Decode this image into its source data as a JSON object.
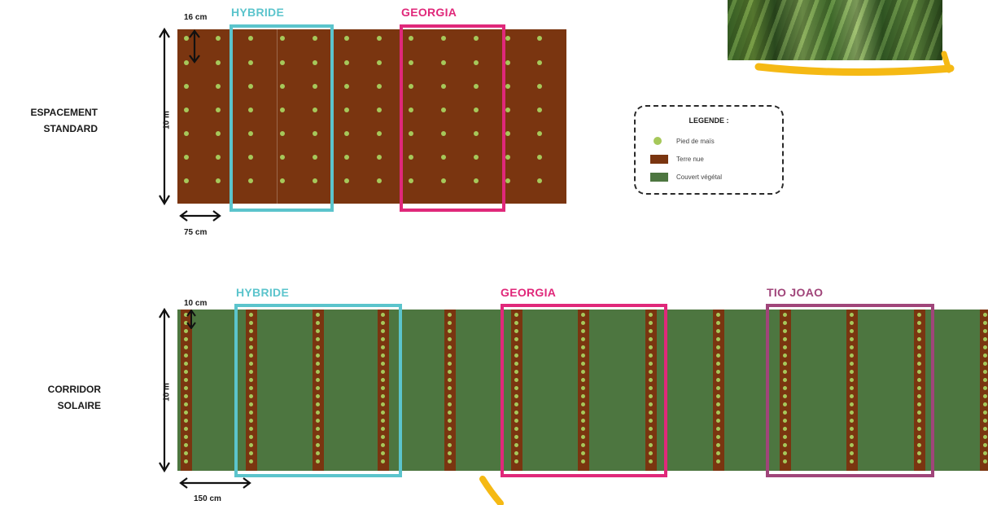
{
  "panels": {
    "standard": {
      "side_label_line1": "ESPACEMENT",
      "side_label_line2": "STANDARD",
      "height_label": "10 m",
      "row_spacing_label": "16 cm",
      "inter_row_label": "75 cm",
      "box1_label": "HYBRIDE",
      "box2_label": "GEORGIA"
    },
    "corridor": {
      "side_label_line1": "CORRIDOR",
      "side_label_line2": "SOLAIRE",
      "height_label": "10 m",
      "row_spacing_label": "10 cm",
      "inter_row_label": "150 cm",
      "box1_label": "HYBRIDE",
      "box2_label": "GEORGIA",
      "box3_label": "TIO JOAO"
    }
  },
  "legend": {
    "title": "LEGENDE :",
    "items": [
      {
        "label": "Pied de maïs",
        "kind": "dot",
        "color": "#a6c85a"
      },
      {
        "label": "Terre nue",
        "kind": "rect",
        "color": "#7a3510"
      },
      {
        "label": "Couvert végétal",
        "kind": "rect",
        "color": "#4d7640"
      }
    ]
  },
  "colors": {
    "bare_soil": "#7a3510",
    "cover_crop": "#4d7640",
    "maize_plant": "#a6c85a",
    "hybride_box": "#5bc4cc",
    "georgia_box": "#e0287a",
    "tio_joao_box": "#a0457a",
    "highlight_yellow": "#f5b914"
  }
}
